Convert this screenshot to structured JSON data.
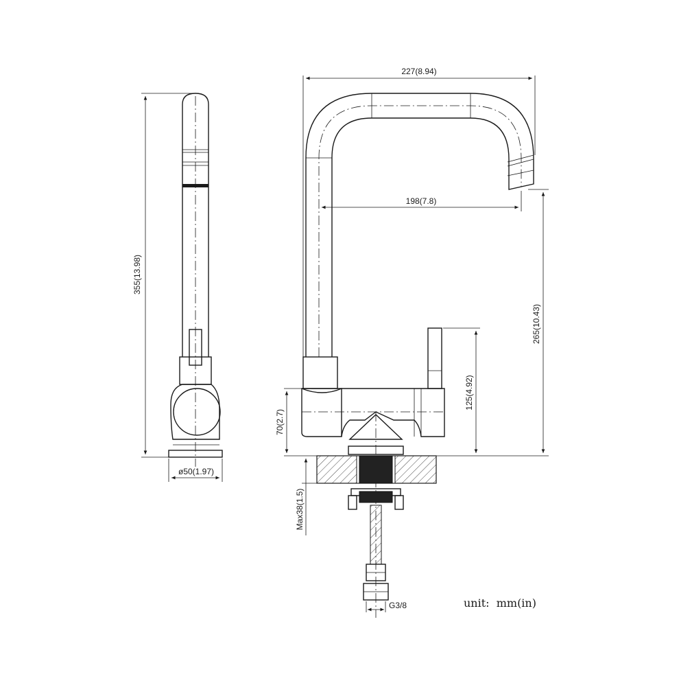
{
  "dimensions": {
    "total_height": "355(13.98)",
    "base_diameter": "ø50(1.97)",
    "overall_width": "227(8.94)",
    "spout_reach": "198(7.8)",
    "spout_height": "265(10.43)",
    "handle_height": "125(4.92)",
    "body_height": "70(2.7)",
    "max_deck_thickness": "Max38(1.5)",
    "inlet_thread": "G3/8"
  },
  "unit_label": "unit:  mm(in)"
}
